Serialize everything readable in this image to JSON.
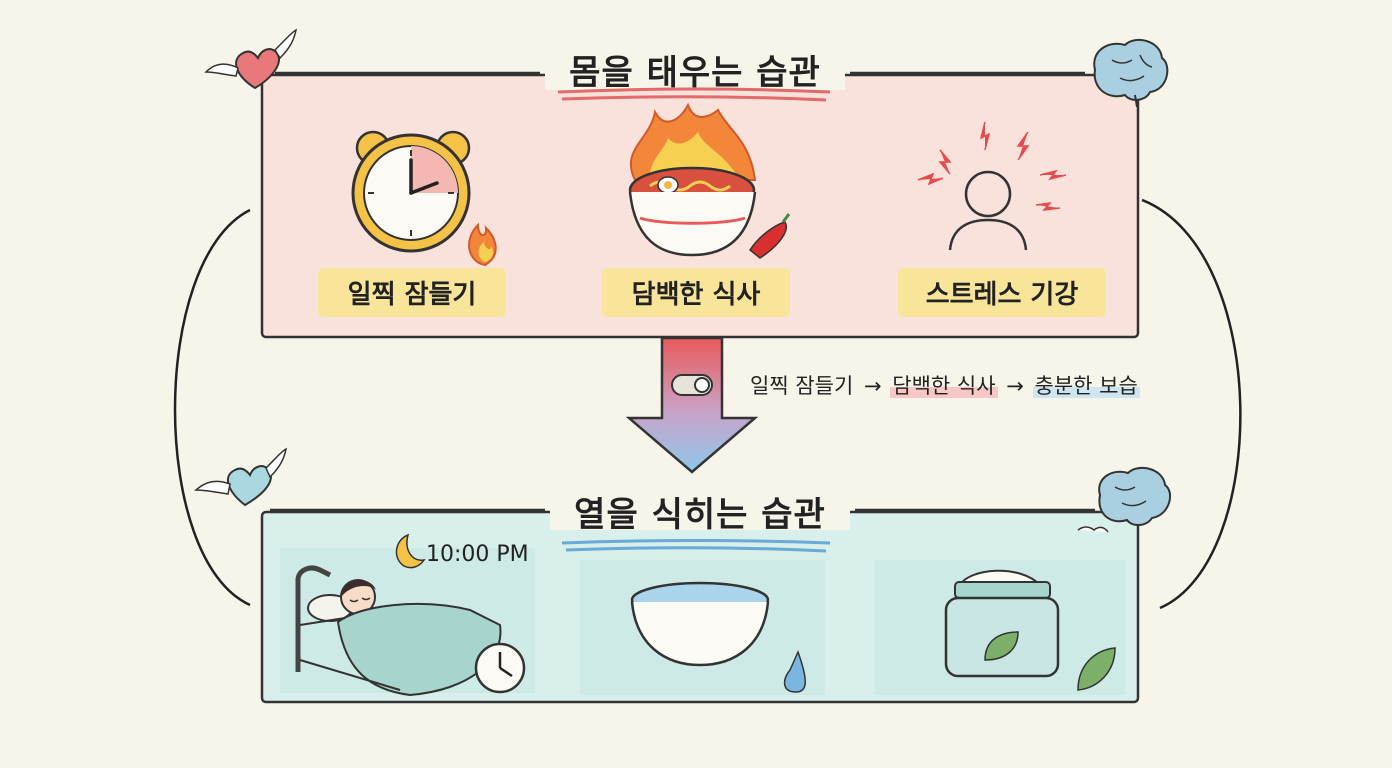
{
  "top_section": {
    "title": "몸을 태우는 습관",
    "items": [
      {
        "label": "일찍 잠들기",
        "icon": "alarm-clock-fire-icon"
      },
      {
        "label": "담백한 식사",
        "icon": "spicy-noodle-bowl-icon"
      },
      {
        "label": "스트레스 기강",
        "icon": "stressed-person-icon"
      }
    ]
  },
  "flow": {
    "step1": "일찍 잠들기",
    "arrow1": "→",
    "step2": "담백한 식사",
    "arrow2": "→",
    "step3": "충분한 보습"
  },
  "bottom_section": {
    "title": "열을 식히는 습관",
    "time": "10:00 PM",
    "items": [
      {
        "icon": "sleeping-person-bed-icon"
      },
      {
        "icon": "water-bowl-icon"
      },
      {
        "icon": "moisturizer-jar-icon"
      }
    ]
  },
  "colors": {
    "top_panel": "#f9e1dc",
    "bottom_panel": "#d9efec",
    "highlight_yellow": "#f8e59a",
    "arrow_top": "#e85a5a",
    "arrow_bottom": "#8ec7ea",
    "heart_red": "#e8787a",
    "heart_blue": "#a9d8e0",
    "brain": "#a9cfe0"
  }
}
